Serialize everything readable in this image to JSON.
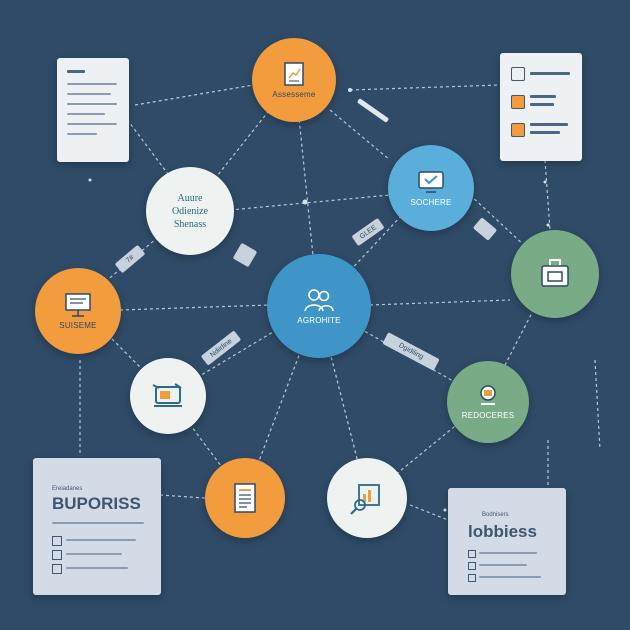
{
  "diagram": {
    "nodes": {
      "top_orange_label": "Assesseme",
      "left_white_text": [
        "Auure",
        "Odienize",
        "Shenass"
      ],
      "right_lblue_label": "SOCHERE",
      "center_label": "AGROHITE",
      "left_orange_label": "SUISEME",
      "right_green_label": "REDOCERES"
    },
    "connector_tags": [
      "7#",
      "GLEE",
      "Ndiidine",
      "Dgidiling"
    ],
    "cards": {
      "bottom_left_title_small": "Ereiadanes",
      "bottom_left_title": "BUPORISS",
      "bottom_right_title": "lobbiess",
      "bottom_right_small": "Bodnisers"
    },
    "colors": {
      "background": "#2f4b68",
      "orange": "#f39c3d",
      "blue": "#3f95c8",
      "green": "#79ab86",
      "white": "#eef2f1"
    }
  }
}
